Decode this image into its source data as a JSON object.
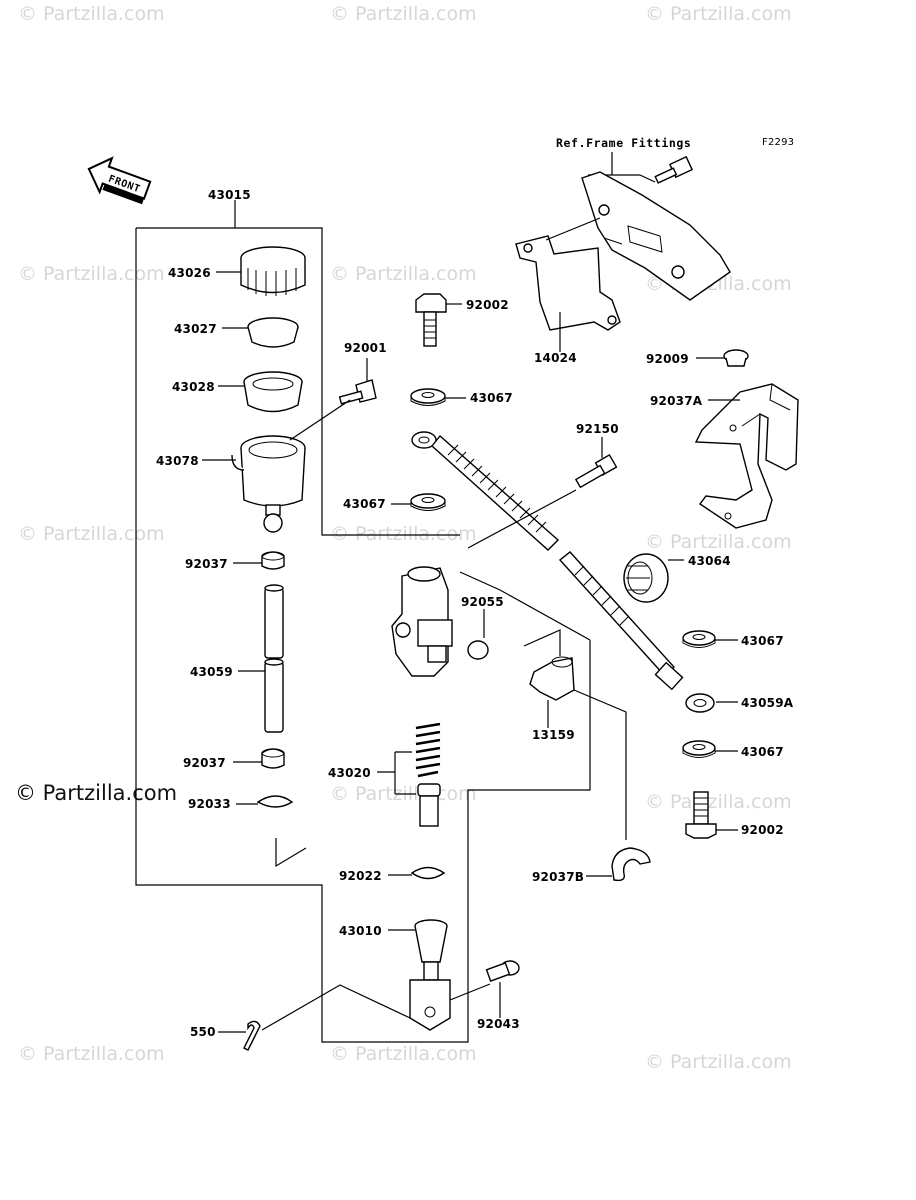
{
  "watermark": "© Partzilla.com",
  "watermark_main": "© Partzilla.com",
  "figure_code": "F2293",
  "front_label": "FRONT",
  "ref_label": "Ref.Frame Fittings",
  "parts": {
    "p43015": "43015",
    "p43026": "43026",
    "p43027": "43027",
    "p43028": "43028",
    "p43078": "43078",
    "p92037_top": "92037",
    "p43059": "43059",
    "p92037_bot": "92037",
    "p92033": "92033",
    "p92002_top": "92002",
    "p92001": "92001",
    "p43067_a": "43067",
    "p43067_b": "43067",
    "p92055": "92055",
    "p43020": "43020",
    "p92022": "92022",
    "p43010": "43010",
    "p92043": "92043",
    "p550": "550",
    "p14024": "14024",
    "p92009": "92009",
    "p92037A": "92037A",
    "p92150": "92150",
    "p43064": "43064",
    "p43067_c": "43067",
    "p43059A": "43059A",
    "p13159": "13159",
    "p43067_d": "43067",
    "p92002_bot": "92002",
    "p92037B": "92037B"
  }
}
